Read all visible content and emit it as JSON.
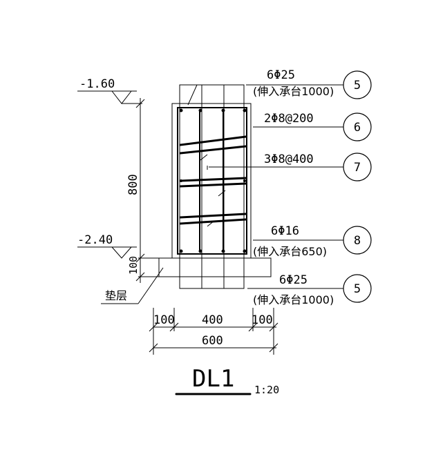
{
  "elevations": {
    "top": "-1.60",
    "bottom": "-2.40"
  },
  "dims": {
    "height": "800",
    "pad": "100",
    "left": "100",
    "mid": "400",
    "right": "100",
    "total": "600"
  },
  "rebar": {
    "top_spec": "6Φ25",
    "top_note": "(伸入承台1000)",
    "stirrup_spec": "2Φ8@200",
    "tie_spec": "3Φ8@400",
    "bottom_spec": "6Φ16",
    "bottom_note": "(伸入承台650)",
    "bottom2_spec": "6Φ25",
    "bottom2_note": "(伸入承台1000)"
  },
  "tags": {
    "t5a": "5",
    "t6": "6",
    "t7": "7",
    "t8": "8",
    "t5b": "5"
  },
  "pad_label": "垫层",
  "title": {
    "name": "DL1",
    "scale": "1:20"
  }
}
